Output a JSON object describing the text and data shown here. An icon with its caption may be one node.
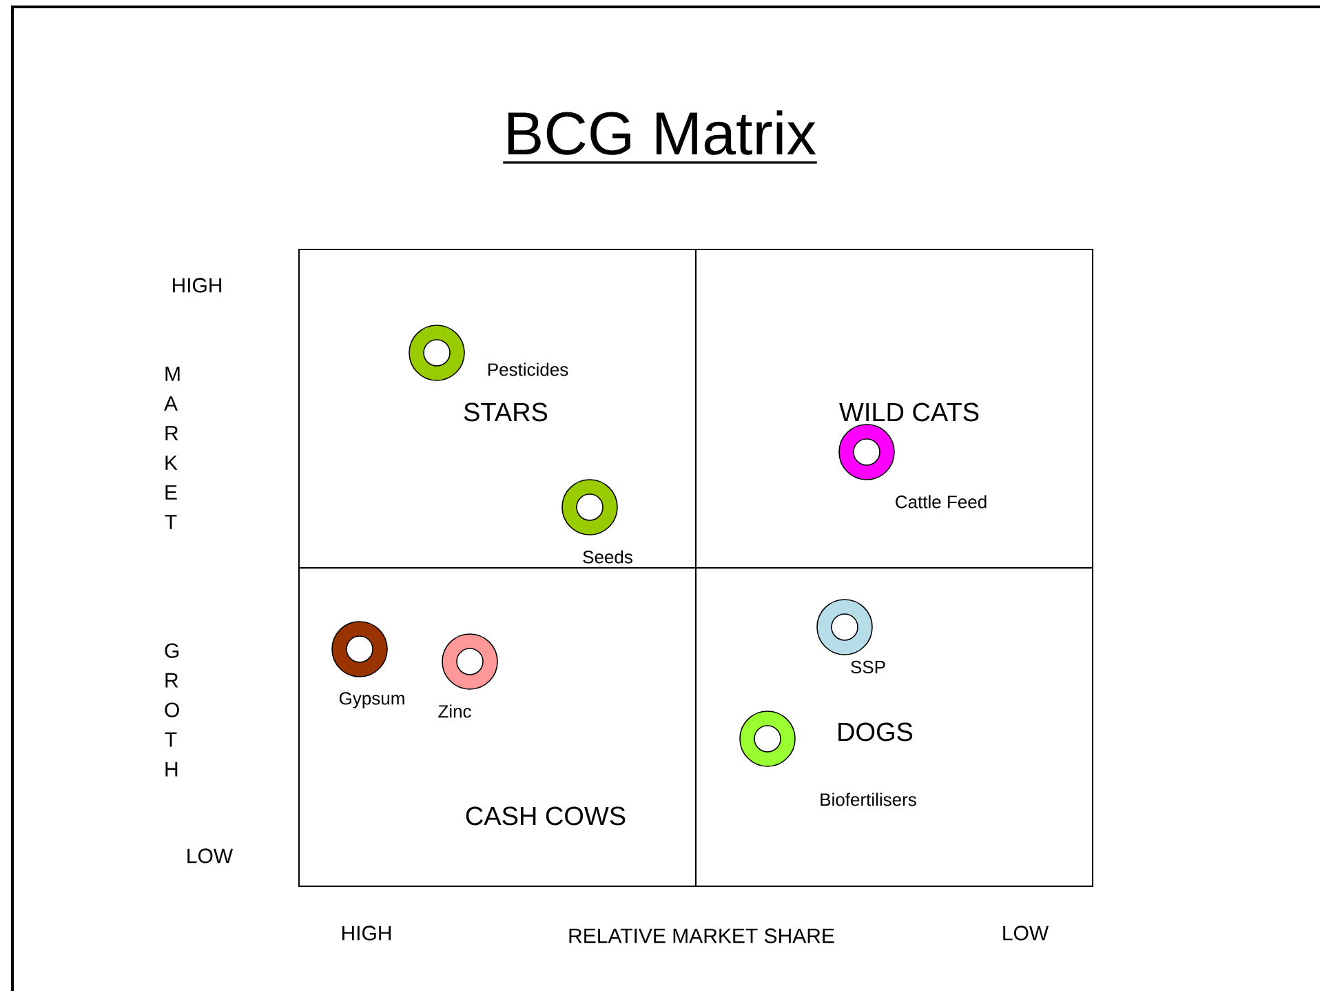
{
  "diagram": {
    "title": "BCG Matrix",
    "nodes": [
      {
        "text": [
          "STARS"
        ]
      },
      {
        "text": [],
        "shape": "circle",
        "in": 0,
        "beside": [
          "Pesticides"
        ]
      },
      {
        "text": [],
        "shape": "circle",
        "in": 0,
        "beside": [
          "Seeds"
        ]
      },
      {
        "text": [
          "WILD CATS"
        ]
      },
      {
        "text": [],
        "shape": "circle",
        "in": 3,
        "beside": [
          "Cattle Feed"
        ]
      },
      {
        "text": [
          "CASH COWS"
        ]
      },
      {
        "text": [],
        "shape": "circle",
        "in": 5,
        "beside": [
          "Gypsum"
        ]
      },
      {
        "text": [],
        "shape": "circle",
        "in": 5,
        "beside": [
          "Zinc"
        ]
      },
      {
        "text": [
          "DOGS"
        ]
      },
      {
        "text": [],
        "shape": "circle",
        "in": 8,
        "beside": [
          "SSP"
        ]
      },
      {
        "text": [],
        "shape": "circle",
        "in": 8,
        "beside": [
          "Biofertilisers"
        ]
      }
    ],
    "labels": [
      "HIGH",
      "M A R K E T",
      "G R O T H",
      "LOW",
      "HIGH",
      "RELATIVE MARKET SHARE",
      "LOW"
    ]
  }
}
